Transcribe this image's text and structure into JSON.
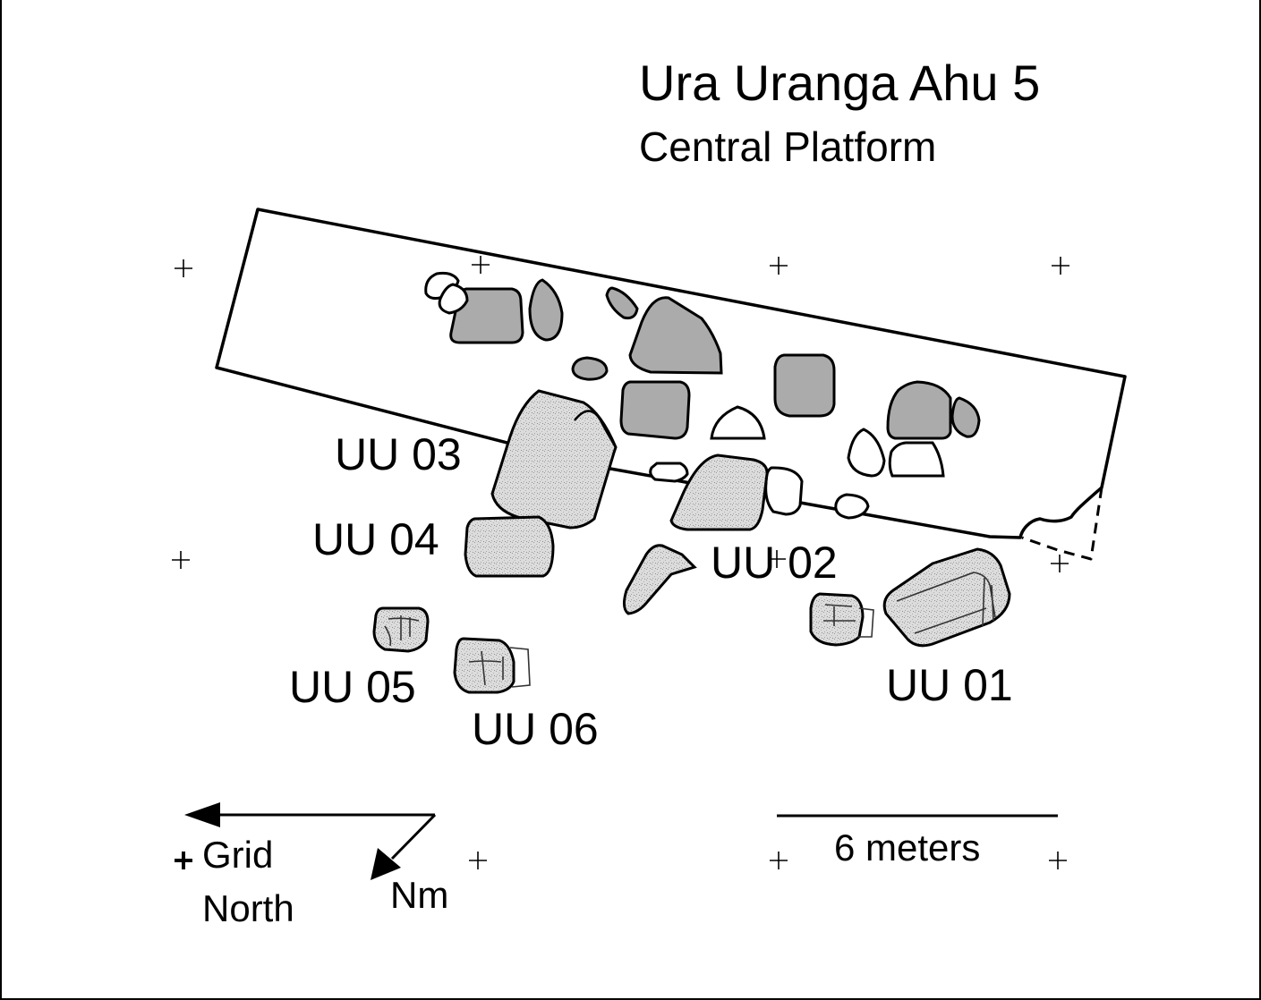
{
  "title": "Ura Uranga Ahu 5",
  "subtitle": "Central Platform",
  "labels": {
    "uu01": "UU 01",
    "uu02": "UU 02",
    "uu03": "UU 03",
    "uu04": "UU 04",
    "uu05": "UU 05",
    "uu06": "UU 06"
  },
  "legend": {
    "grid_line1": "Grid",
    "grid_line2": "North",
    "magnetic": "Nm",
    "scale": "6 meters"
  },
  "colors": {
    "stone_fill": "#ababab",
    "moai_fill": "#d8d8d8",
    "ink": "#000000"
  }
}
